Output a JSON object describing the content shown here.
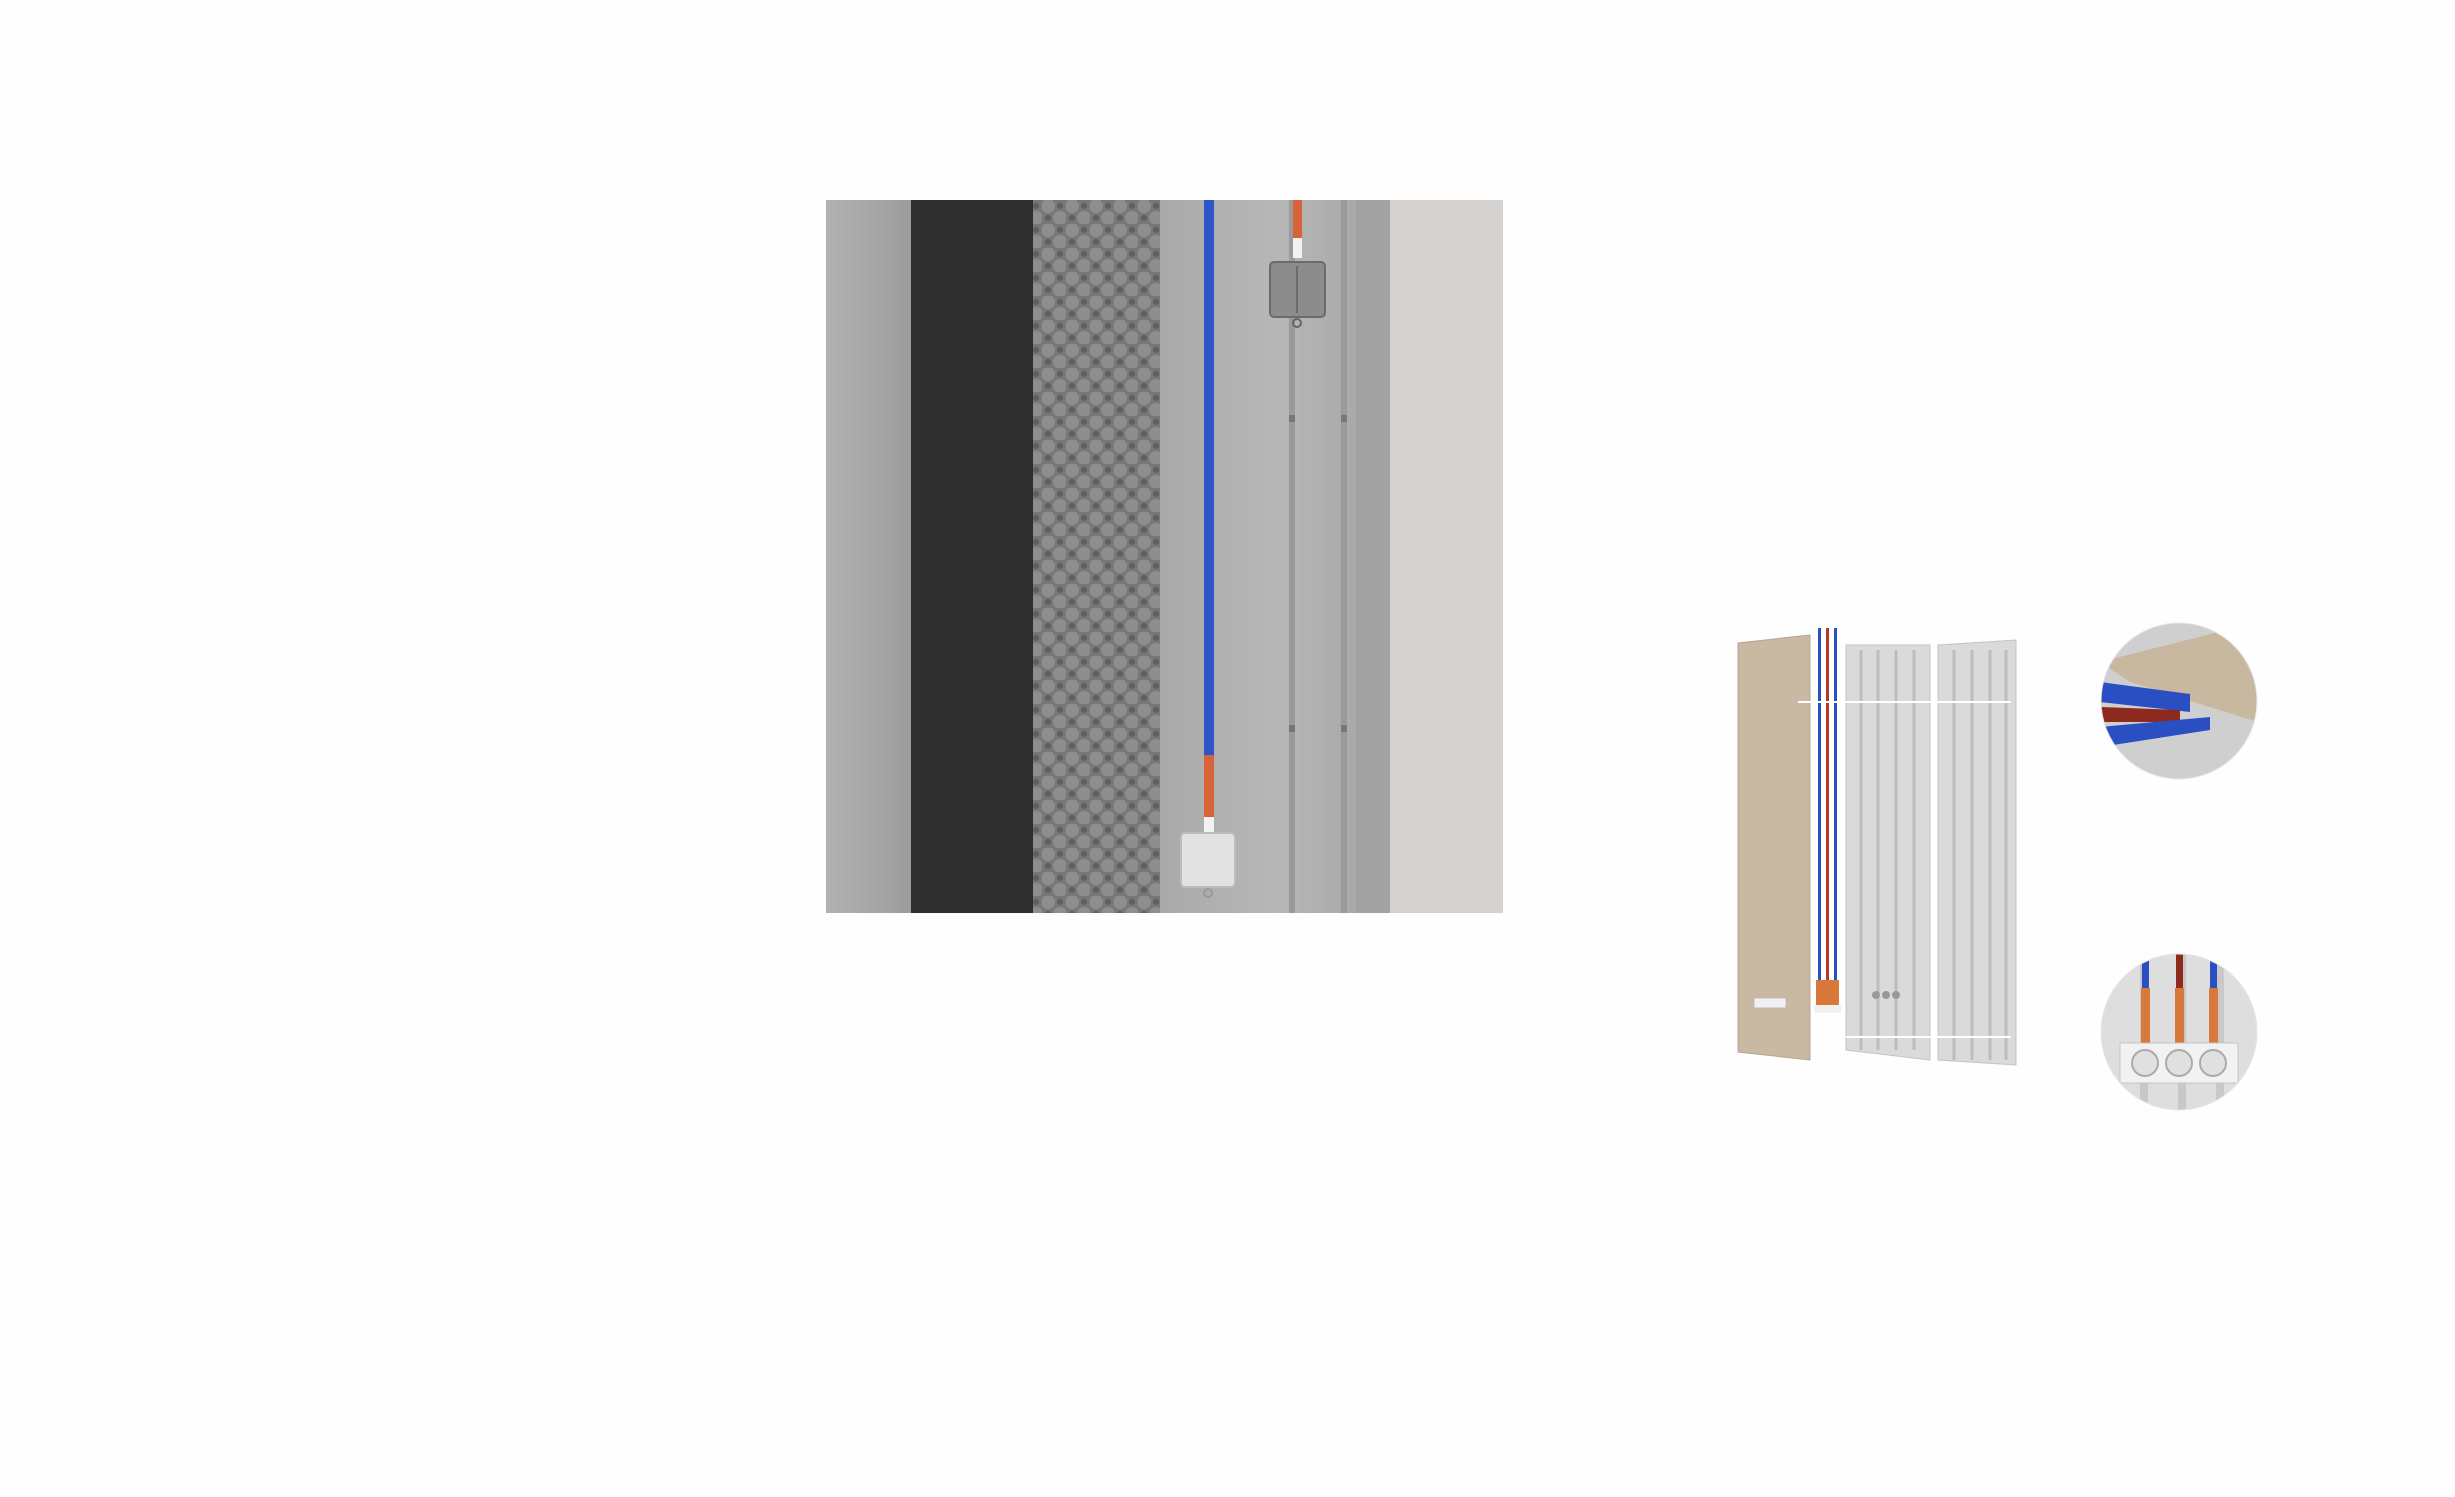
{
  "scene": {
    "background_color": "#fefefe",
    "main_photo": {
      "label": "",
      "layers": [
        "grey-plaster",
        "black-membrane",
        "acoustic-foam",
        "cable-channel-panel",
        "cladding-edge"
      ],
      "colors": {
        "plaster": "#a8a8a8",
        "membrane": "#2f2f30",
        "foam": "#7d7d7d",
        "panel": "#b4b4b4",
        "cable_blue": "#2b55c8",
        "cable_orange": "#d8633a",
        "wall_right": "#d4d1cf"
      }
    },
    "exploded_diagram": {
      "label": "",
      "colors": {
        "cladding_board": "#c9b9a3",
        "rib_panel": "#d9d9d9",
        "cable_blue": "#2a4fc2",
        "cable_red": "#b23a2a"
      }
    },
    "detail_top": {
      "label": ""
    },
    "detail_bottom": {
      "label": ""
    }
  }
}
